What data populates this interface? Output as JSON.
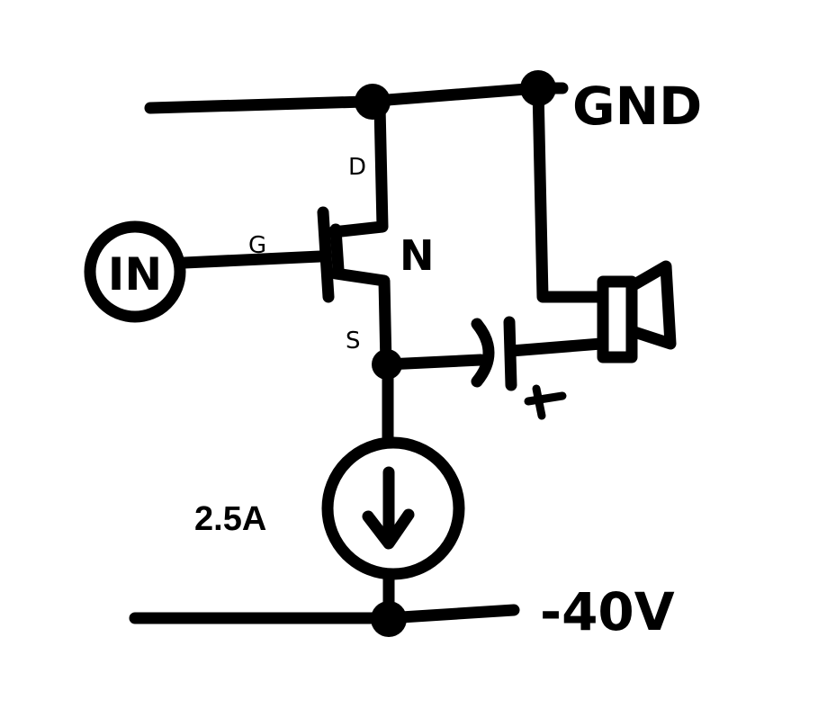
{
  "diagram": {
    "labels": {
      "gnd": "GND",
      "neg_supply": "-40V",
      "input": "IN",
      "drain_pin": "D",
      "gate_pin": "G",
      "source_pin": "S",
      "channel_type": "N",
      "current": "2.5A",
      "capacitor_polarity": "+"
    },
    "components": [
      {
        "type": "n-channel-mosfet",
        "label": "N"
      },
      {
        "type": "current-source",
        "value": "2.5A",
        "direction": "down"
      },
      {
        "type": "polarized-capacitor",
        "polarity_mark": "+"
      },
      {
        "type": "speaker"
      },
      {
        "type": "input-terminal",
        "label": "IN"
      }
    ],
    "colors": {
      "ink": "#000000",
      "background": "#ffffff"
    }
  }
}
